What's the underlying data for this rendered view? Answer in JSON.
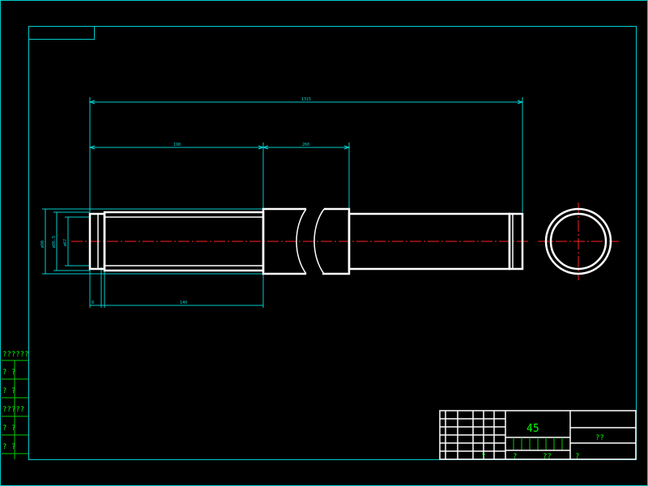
{
  "dimensions": {
    "overall_length": "1315",
    "seg1_length": "198",
    "seg2_length": "260",
    "bottom_length": "140",
    "bottom_small": "8",
    "dia_outer": "ø90",
    "dia_mid": "ø86.5",
    "dia_inner": "ø67"
  },
  "left_table": {
    "rows": [
      "??????",
      "?    ?",
      "?    ?",
      "?????",
      "?    ?",
      "?    ?"
    ]
  },
  "title_block": {
    "material": "45",
    "name": "??",
    "small_marks": [
      "?",
      "?",
      "??",
      "?"
    ]
  },
  "colors": {
    "background": "#000000",
    "border": "#00cccc",
    "part": "#ffffff",
    "centerline": "#ff2020",
    "text": "#00ff00"
  }
}
